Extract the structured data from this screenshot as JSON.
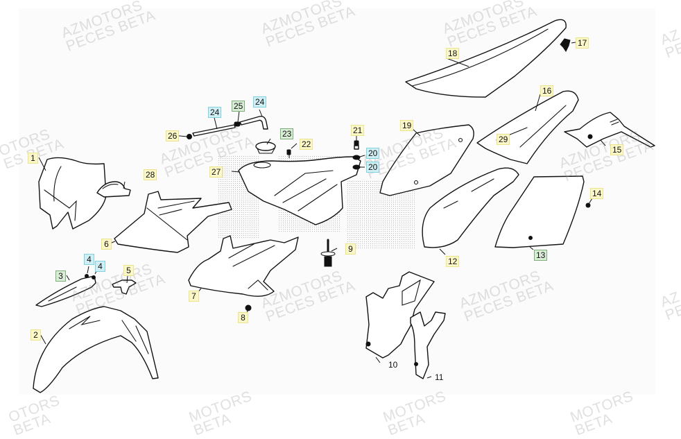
{
  "diagram": {
    "type": "exploded-parts-diagram",
    "subject": "motorcycle plastics / bodywork",
    "label_colors": {
      "yellow": "#fbf7c8",
      "green": "#d8ecd6",
      "cyan": "#cfeff4"
    },
    "parts": [
      {
        "num": "1",
        "color": "yellow",
        "name": "headlight-mask"
      },
      {
        "num": "2",
        "color": "yellow",
        "name": "front-fender"
      },
      {
        "num": "3",
        "color": "green",
        "name": "fork-guard"
      },
      {
        "num": "4",
        "color": "cyan",
        "name": "screw"
      },
      {
        "num": "4",
        "color": "cyan",
        "name": "screw"
      },
      {
        "num": "5",
        "color": "yellow",
        "name": "bracket"
      },
      {
        "num": "6",
        "color": "yellow",
        "name": "radiator-shroud-left"
      },
      {
        "num": "7",
        "color": "yellow",
        "name": "radiator-shroud-right"
      },
      {
        "num": "8",
        "color": "yellow",
        "name": "screw"
      },
      {
        "num": "9",
        "color": "yellow",
        "name": "fuel-tap"
      },
      {
        "num": "10",
        "color": "none",
        "name": "frame-guard-left"
      },
      {
        "num": "11",
        "color": "none",
        "name": "frame-guard-right"
      },
      {
        "num": "12",
        "color": "yellow",
        "name": "rear-fender"
      },
      {
        "num": "13",
        "color": "green",
        "name": "side-panel"
      },
      {
        "num": "14",
        "color": "yellow",
        "name": "screw"
      },
      {
        "num": "15",
        "color": "yellow",
        "name": "license-plate-holder"
      },
      {
        "num": "16",
        "color": "yellow",
        "name": "rear-tail-section"
      },
      {
        "num": "17",
        "color": "yellow",
        "name": "seat-clip"
      },
      {
        "num": "18",
        "color": "yellow",
        "name": "seat"
      },
      {
        "num": "19",
        "color": "yellow",
        "name": "side-panel-left"
      },
      {
        "num": "20",
        "color": "cyan",
        "name": "washer"
      },
      {
        "num": "20",
        "color": "cyan",
        "name": "washer"
      },
      {
        "num": "21",
        "color": "yellow",
        "name": "bolt"
      },
      {
        "num": "22",
        "color": "yellow",
        "name": "screw"
      },
      {
        "num": "23",
        "color": "green",
        "name": "fuel-cap"
      },
      {
        "num": "24",
        "color": "cyan",
        "name": "breather-hose"
      },
      {
        "num": "24",
        "color": "cyan",
        "name": "breather-hose-elbow"
      },
      {
        "num": "25",
        "color": "green",
        "name": "valve"
      },
      {
        "num": "26",
        "color": "yellow",
        "name": "end-cap"
      },
      {
        "num": "27",
        "color": "yellow",
        "name": "fuel-tank"
      },
      {
        "num": "28",
        "color": "yellow",
        "name": "strap"
      },
      {
        "num": "29",
        "color": "yellow",
        "name": "grommet"
      }
    ]
  },
  "watermark": {
    "line1": "AZMOTORS",
    "line2": "PECES BETA",
    "partial_left_1": "OTORS",
    "partial_left_2": "ES BETA",
    "partial_right_1": "AZ",
    "partial_right_2": "PE",
    "bottom_1": "OTORS",
    "bottom_2": "BETA",
    "bottom_3": "MOTORS",
    "bottom_4": "BETA"
  }
}
